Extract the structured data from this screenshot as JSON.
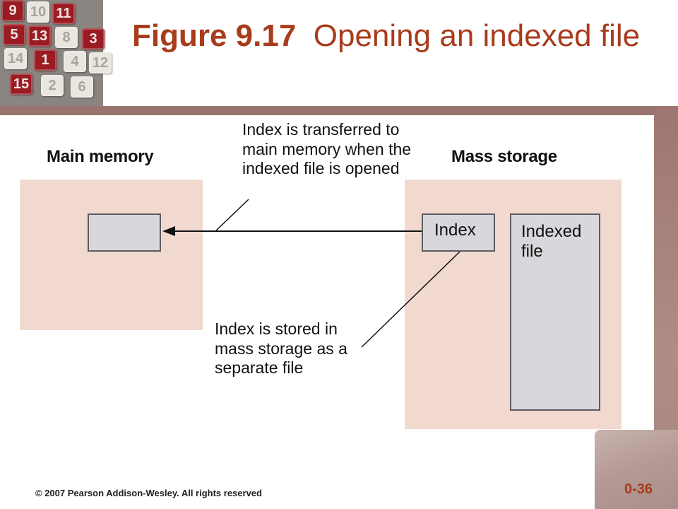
{
  "slide": {
    "title_number": "Figure 9.17",
    "title_text": "Opening an indexed file",
    "footer": "© 2007 Pearson Addison-Wesley. All rights reserved",
    "slide_number": "0-36"
  },
  "logo": {
    "tiles": [
      {
        "label": "9",
        "color": "red"
      },
      {
        "label": "10",
        "color": "white"
      },
      {
        "label": "11",
        "color": "red"
      },
      {
        "label": "5",
        "color": "red"
      },
      {
        "label": "13",
        "color": "red"
      },
      {
        "label": "8",
        "color": "white"
      },
      {
        "label": "3",
        "color": "red"
      },
      {
        "label": "14",
        "color": "white"
      },
      {
        "label": "1",
        "color": "red"
      },
      {
        "label": "4",
        "color": "white"
      },
      {
        "label": "12",
        "color": "white"
      },
      {
        "label": "15",
        "color": "red"
      },
      {
        "label": "2",
        "color": "white"
      },
      {
        "label": "6",
        "color": "white"
      }
    ]
  },
  "diagram": {
    "left_heading": "Main memory",
    "right_heading": "Mass storage",
    "index_box_label": "Index",
    "indexed_file_label": "Indexed file",
    "callout_top": "Index is transferred to main memory when the indexed file is opened",
    "callout_bottom": "Index is stored in mass storage as a separate file"
  },
  "colors": {
    "title": "#a83c1c",
    "region_fill": "#f2d9d0",
    "box_fill": "#d8d8dc",
    "box_border": "#5c5c60",
    "band": "#9a7570"
  }
}
